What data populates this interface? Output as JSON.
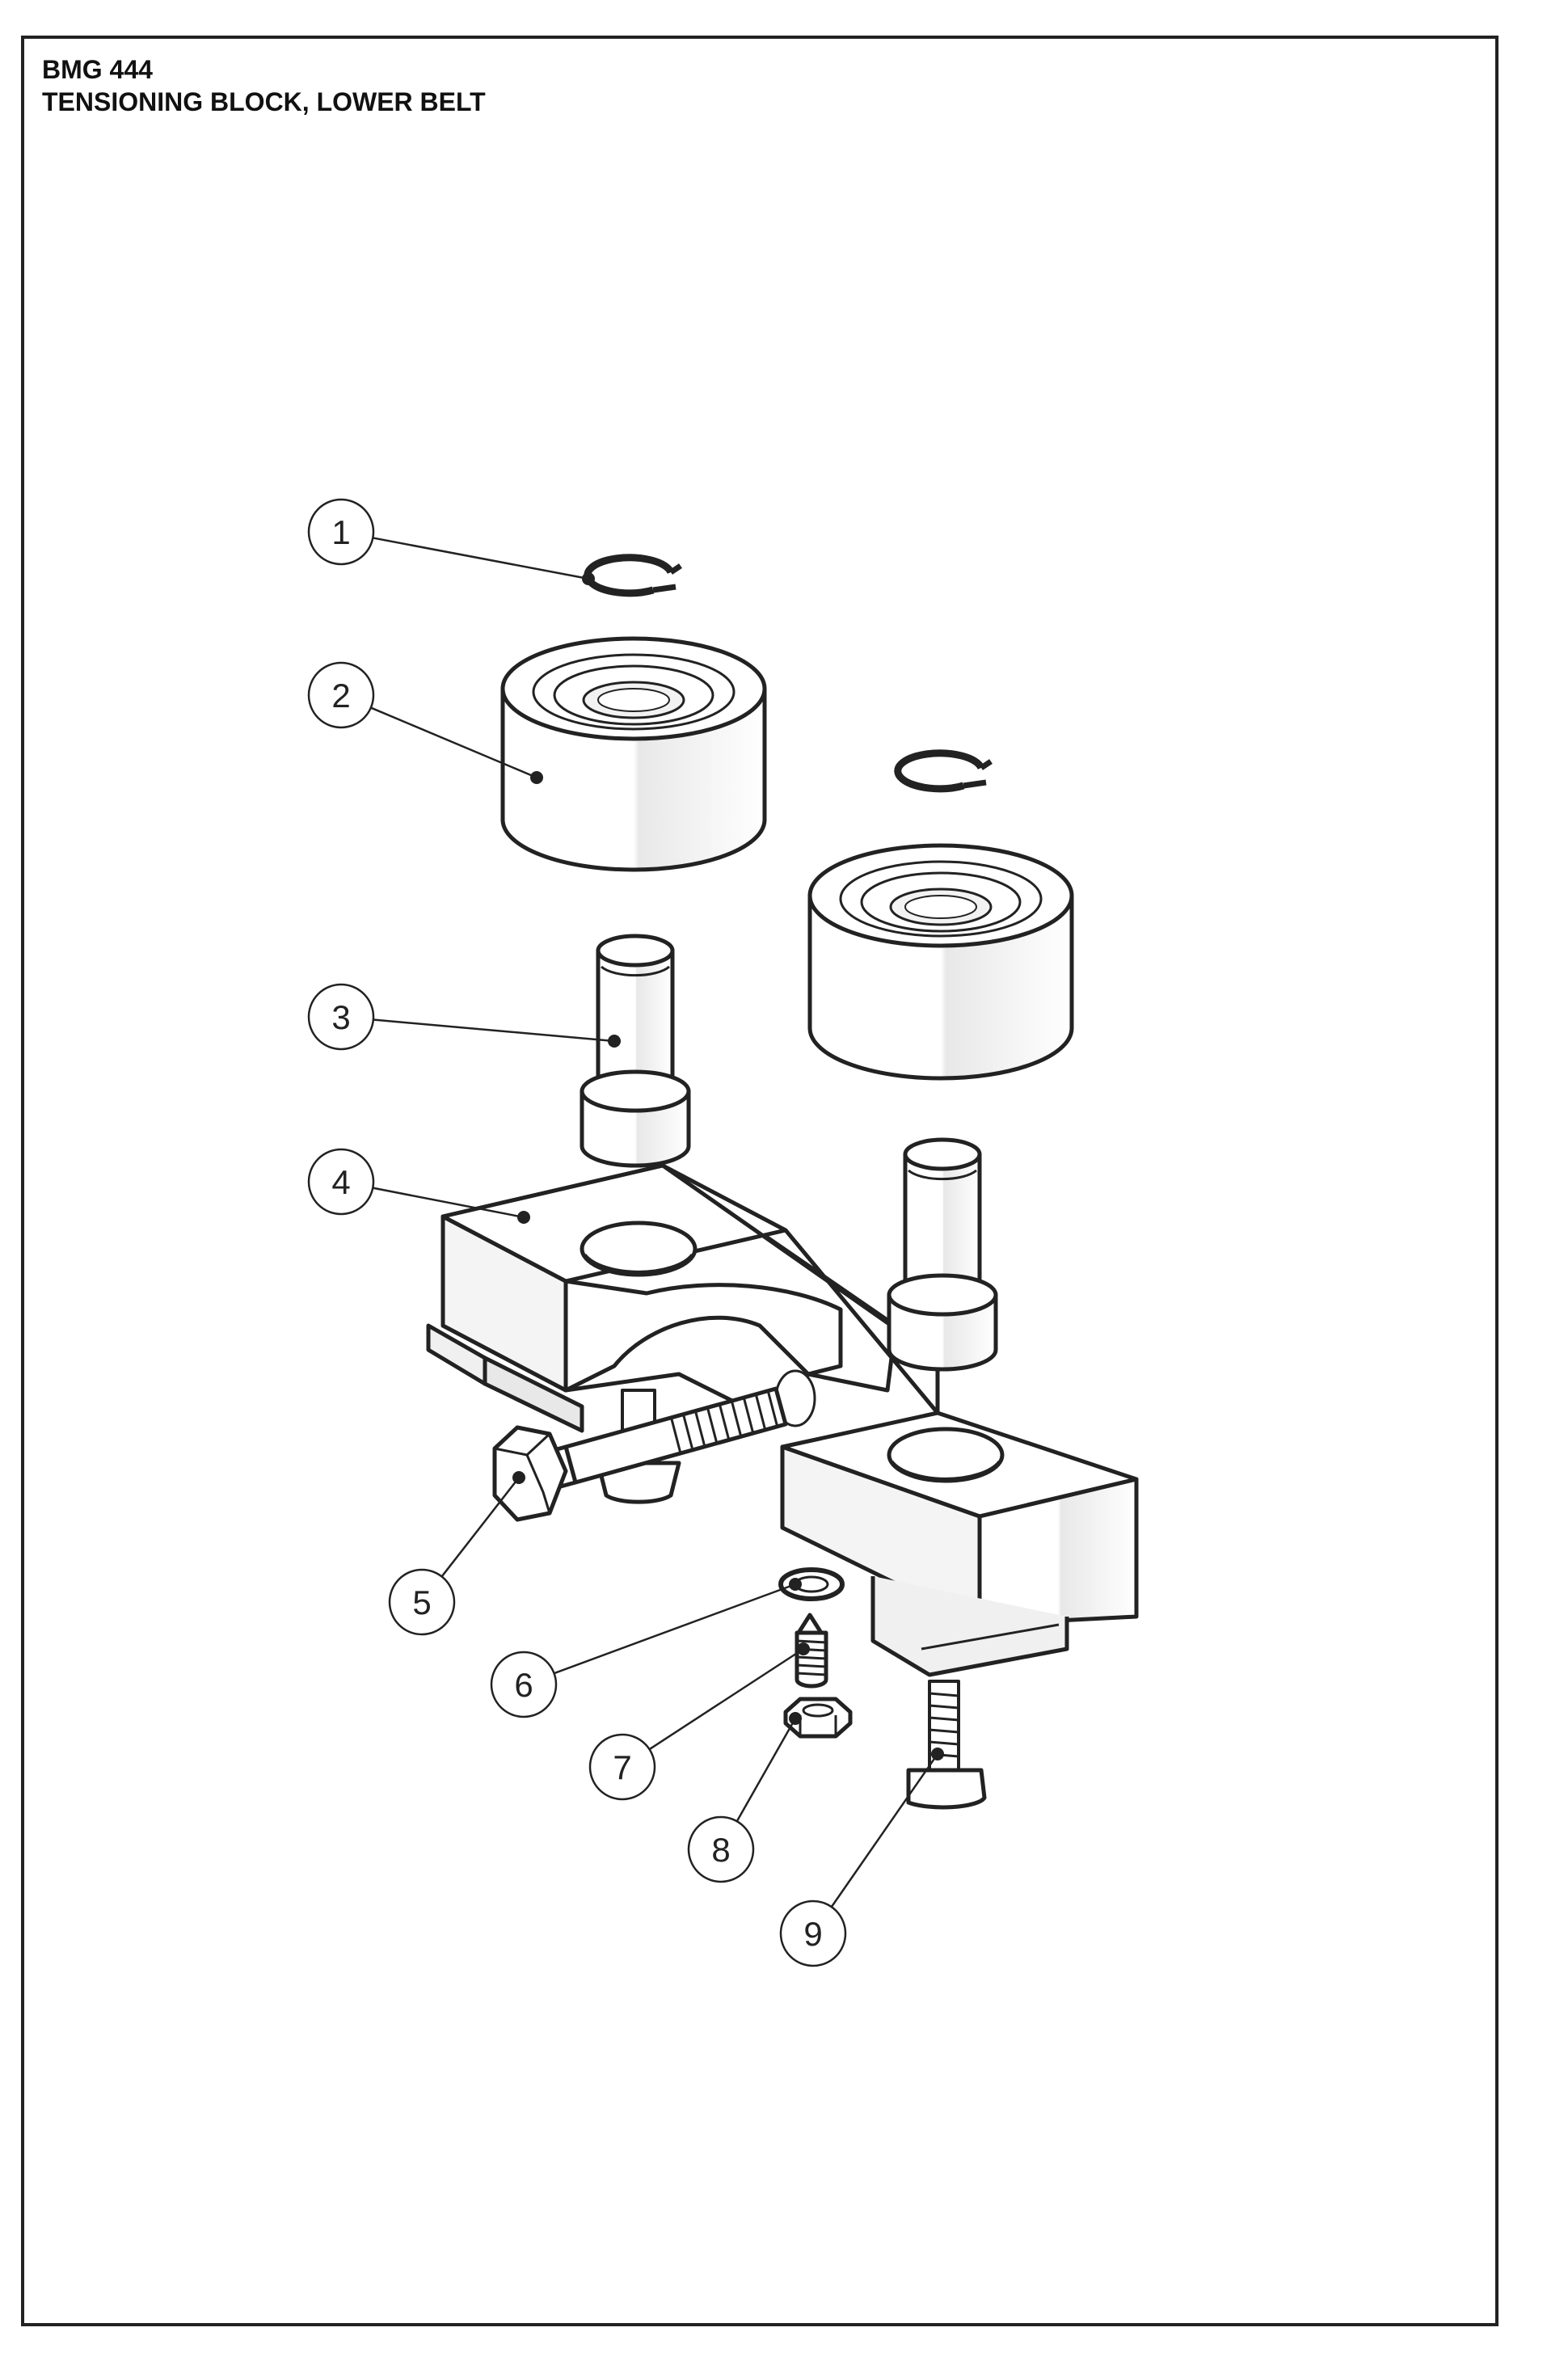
{
  "document": {
    "model": "BMG 444",
    "title": "TENSIONING BLOCK, LOWER BELT"
  },
  "callouts": [
    {
      "label": "1",
      "part": "retaining-ring"
    },
    {
      "label": "2",
      "part": "roller-bearing"
    },
    {
      "label": "3",
      "part": "shaft"
    },
    {
      "label": "4",
      "part": "tensioning-block"
    },
    {
      "label": "5",
      "part": "hex-bolt"
    },
    {
      "label": "6",
      "part": "washer"
    },
    {
      "label": "7",
      "part": "set-screw"
    },
    {
      "label": "8",
      "part": "hex-nut"
    },
    {
      "label": "9",
      "part": "countersunk-screw"
    }
  ],
  "colors": {
    "line": "#222222",
    "shade": "#e6e6e6",
    "background": "#ffffff"
  }
}
